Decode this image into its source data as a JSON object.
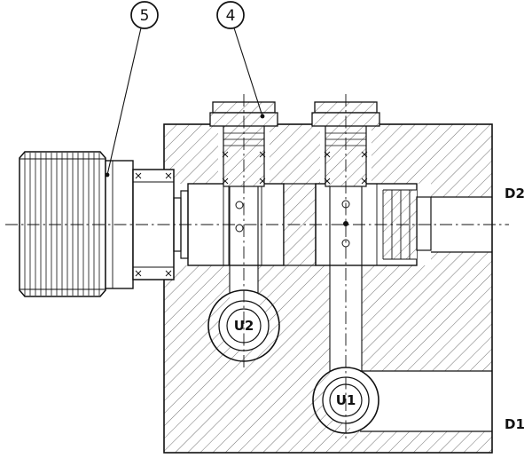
{
  "labels": {
    "balloons": [
      {
        "label": "5"
      },
      {
        "label": "4"
      }
    ],
    "ports": {
      "u2": "U2",
      "u1": "U1",
      "d2": "D2",
      "d1": "D1"
    }
  },
  "colors": {
    "line": "#111111",
    "hatch": "#333333",
    "background": "#ffffff"
  }
}
